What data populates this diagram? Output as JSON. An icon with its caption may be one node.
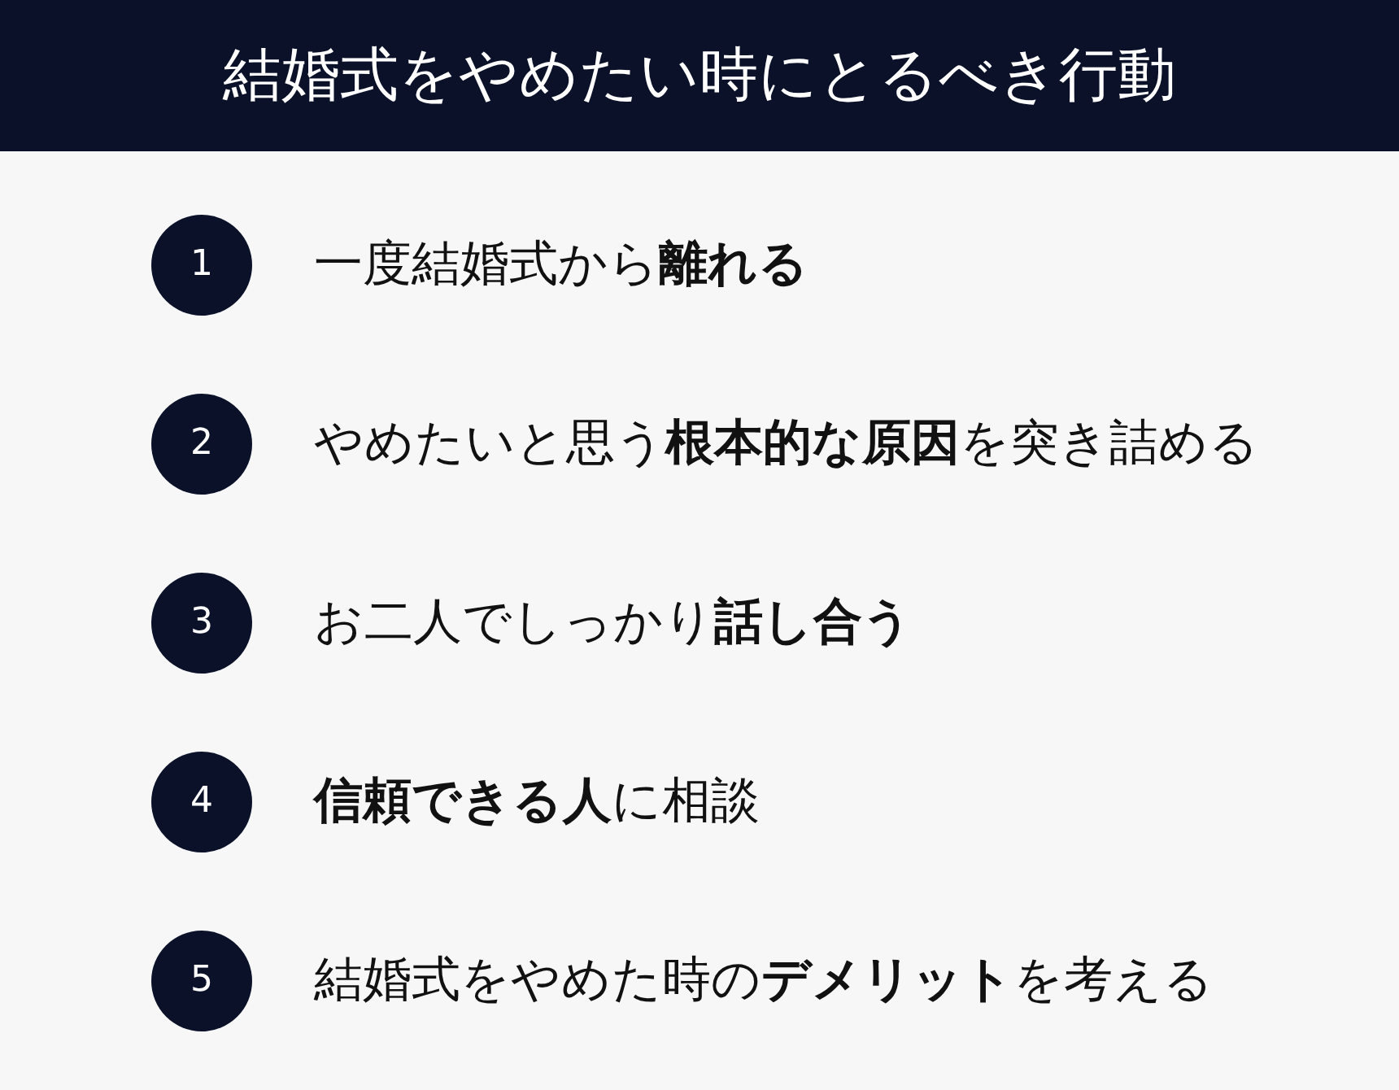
{
  "diagram": {
    "title": "結婚式をやめたい時にとるべき行動",
    "nodes": [
      {
        "text": [
          "1"
        ],
        "beside": [
          "一度結婚式から**離れる**"
        ]
      },
      {
        "text": [
          "2"
        ],
        "beside": [
          "やめたいと思う**根本的な原因**を突き詰める"
        ]
      },
      {
        "text": [
          "3"
        ],
        "beside": [
          "お二人でしっかり**話し合う**"
        ]
      },
      {
        "text": [
          "4"
        ],
        "beside": [
          "**信頼できる人**に相談"
        ]
      },
      {
        "text": [
          "5"
        ],
        "beside": [
          "結婚式をやめた時の**デメリット**を考える"
        ]
      }
    ]
  }
}
